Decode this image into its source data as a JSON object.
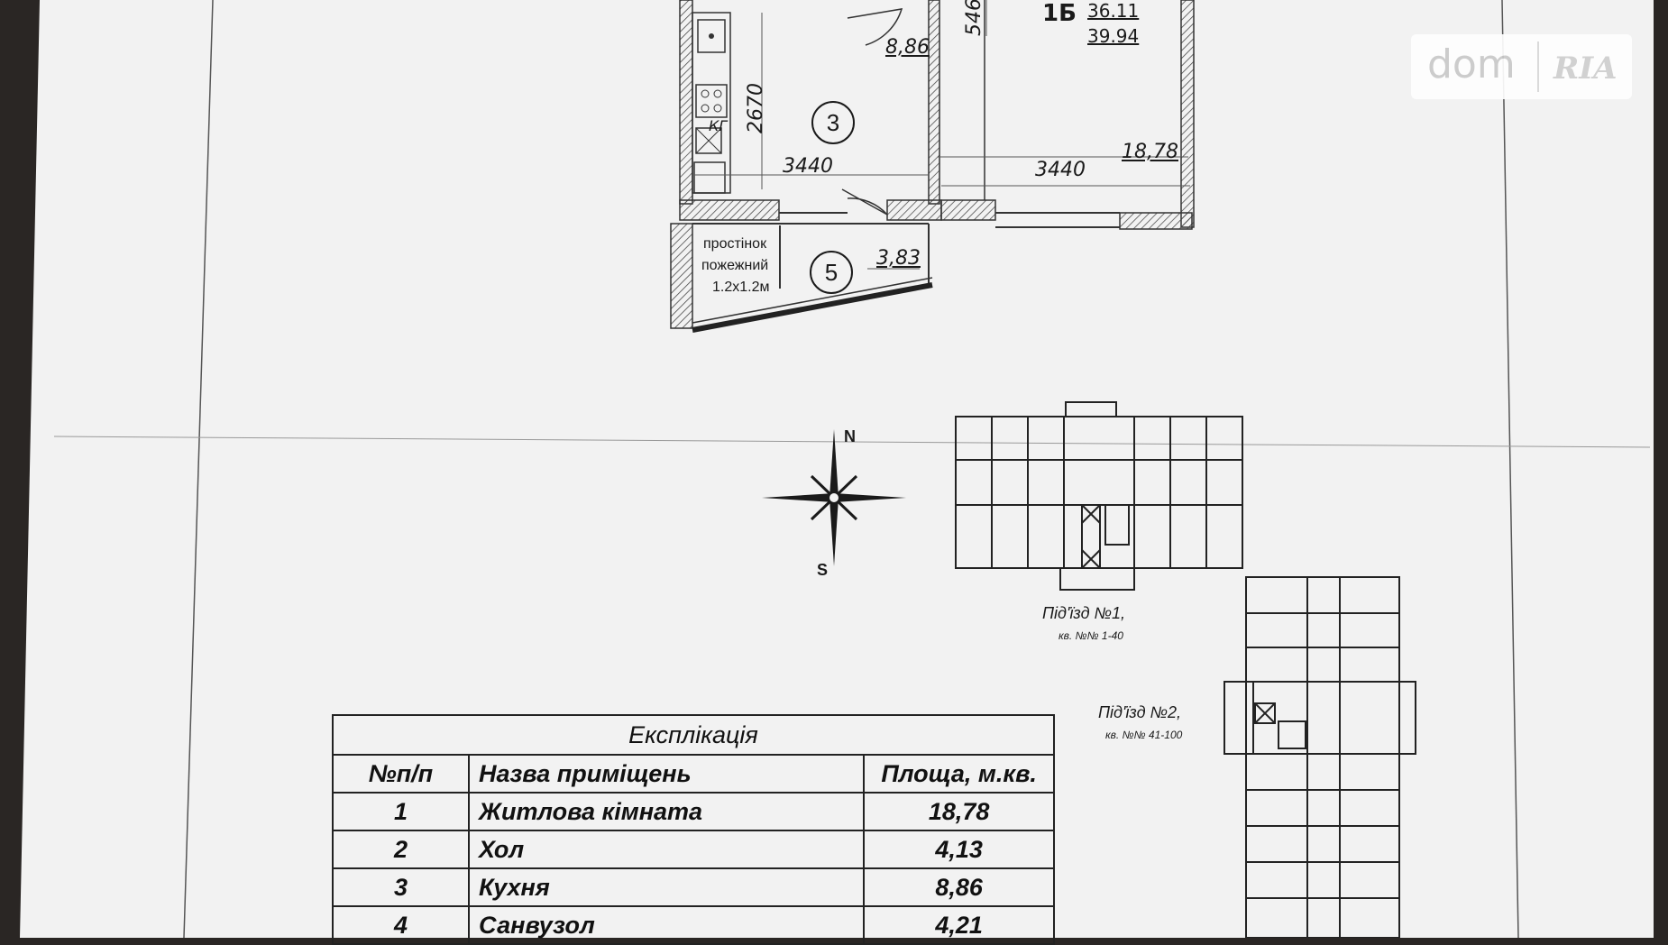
{
  "plan": {
    "apartment_code": "1Б",
    "area_living": "36.11",
    "area_total": "39.94",
    "dim_546": "546",
    "dim_2670": "2670",
    "dim_3440_left": "3440",
    "dim_3440_right": "3440",
    "kitchen_area": "8,86",
    "room_area": "18,78",
    "balcony_area": "3,83",
    "kitchen_num": "3",
    "balcony_num": "5",
    "kg_label": "КГ",
    "partition_line1": "простінок",
    "partition_line2": "пожежний",
    "partition_line3": "1.2х1.2м"
  },
  "compass": {
    "north": "N",
    "south": "S"
  },
  "entrances": [
    {
      "name": "Під'їзд №1,",
      "apartments": "кв. №№ 1-40"
    },
    {
      "name": "Під'їзд №2,",
      "apartments": "кв. №№ 41-100"
    }
  ],
  "watermark": {
    "dom": "dom",
    "ria": "RIA"
  },
  "explication": {
    "title": "Експлікація",
    "headers": [
      "№п/п",
      "Назва приміщень",
      "Площа, м.кв."
    ],
    "rows": [
      {
        "num": "1",
        "name": "Житлова кімната",
        "area": "18,78"
      },
      {
        "num": "2",
        "name": "Хол",
        "area": "4,13"
      },
      {
        "num": "3",
        "name": "Кухня",
        "area": "8,86"
      },
      {
        "num": "4",
        "name": "Санвузол",
        "area": "4,21"
      }
    ]
  }
}
